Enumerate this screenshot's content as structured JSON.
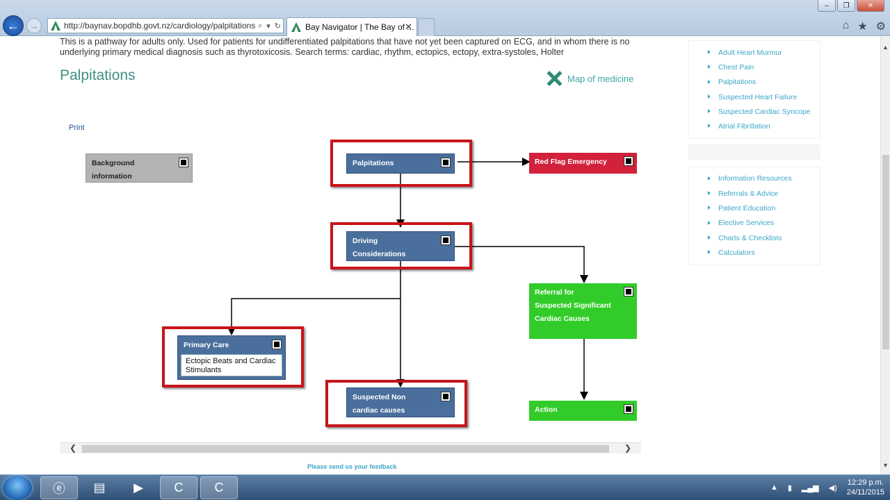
{
  "browser": {
    "url": "http://baynav.bopdhb.govt.nz/cardiology/palpitations",
    "tab_title": "Bay Navigator | The Bay of ...",
    "tab_close": "✕"
  },
  "page": {
    "intro": "This is a pathway for adults only. Used for patients for undifferentiated palpitations that have not yet been captured on ECG, and in whom there is no underlying primary medical diagnosis such as thyrotoxicosis. Search terms: cardiac, rhythm, ectopics, ectopy, extra-systoles, Holter",
    "title": "Palpitations",
    "map_of_medicine": "Map of medicine",
    "print": "Print",
    "feedback": "Please send us your feedback"
  },
  "sidebar": {
    "group1": [
      "Adult Heart Murmur",
      "Chest Pain",
      "Palpitations",
      "Suspected Heart Failure",
      "Suspected Cardiac Syncope",
      "Atrial Fibrillation"
    ],
    "group2": [
      "Information Resources",
      "Referrals & Advice",
      "Patient Education",
      "Elective Services",
      "Charts & Checklists",
      "Calculators"
    ]
  },
  "flowchart": {
    "background": "Background information",
    "palpitations": "Palpitations",
    "red_flag": "Red Flag Emergency",
    "driving": "Driving Considerations",
    "referral": "Referral for Suspected Significant Cardiac Causes",
    "primary_care": "Primary Care",
    "ectopic": "Ectopic Beats and Cardiac Stimulants",
    "non_cardiac": "Suspected Non cardiac causes",
    "action": "Action"
  },
  "taskbar": {
    "time": "12:29 p.m.",
    "date": "24/11/2015"
  },
  "colors": {
    "node_blue": "#4a6f9c",
    "node_red": "#d1213b",
    "node_green": "#32cc2a",
    "highlight": "#c8141b",
    "title_teal": "#3e8f83",
    "link_blue": "#3ba6c9"
  }
}
